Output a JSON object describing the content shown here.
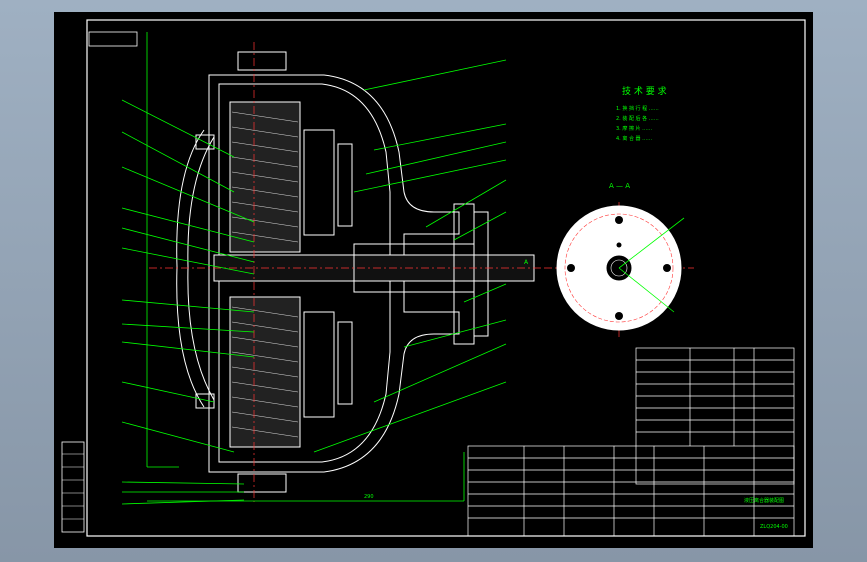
{
  "drawing": {
    "tech_req_title": "技 术 要 求",
    "tech_req_lines": [
      "1. 换 挡 行 程 ……",
      "2. 装 配 后 各 ……",
      "3. 摩 擦 片 ……",
      "4. 离 合 器 ……"
    ],
    "section_label": "A — A",
    "view_arrow_label": "A",
    "drawing_title": "液压离合器装配图",
    "drawing_number": "ZLQ204-00",
    "dimension_text": "290",
    "colors": {
      "background": "#000000",
      "outline": "#ffffff",
      "leader": "#00ff00",
      "centerline": "#ff3333",
      "hatch": "#ffffff",
      "dimension": "#00ff00",
      "title_text": "#00ff00"
    }
  }
}
